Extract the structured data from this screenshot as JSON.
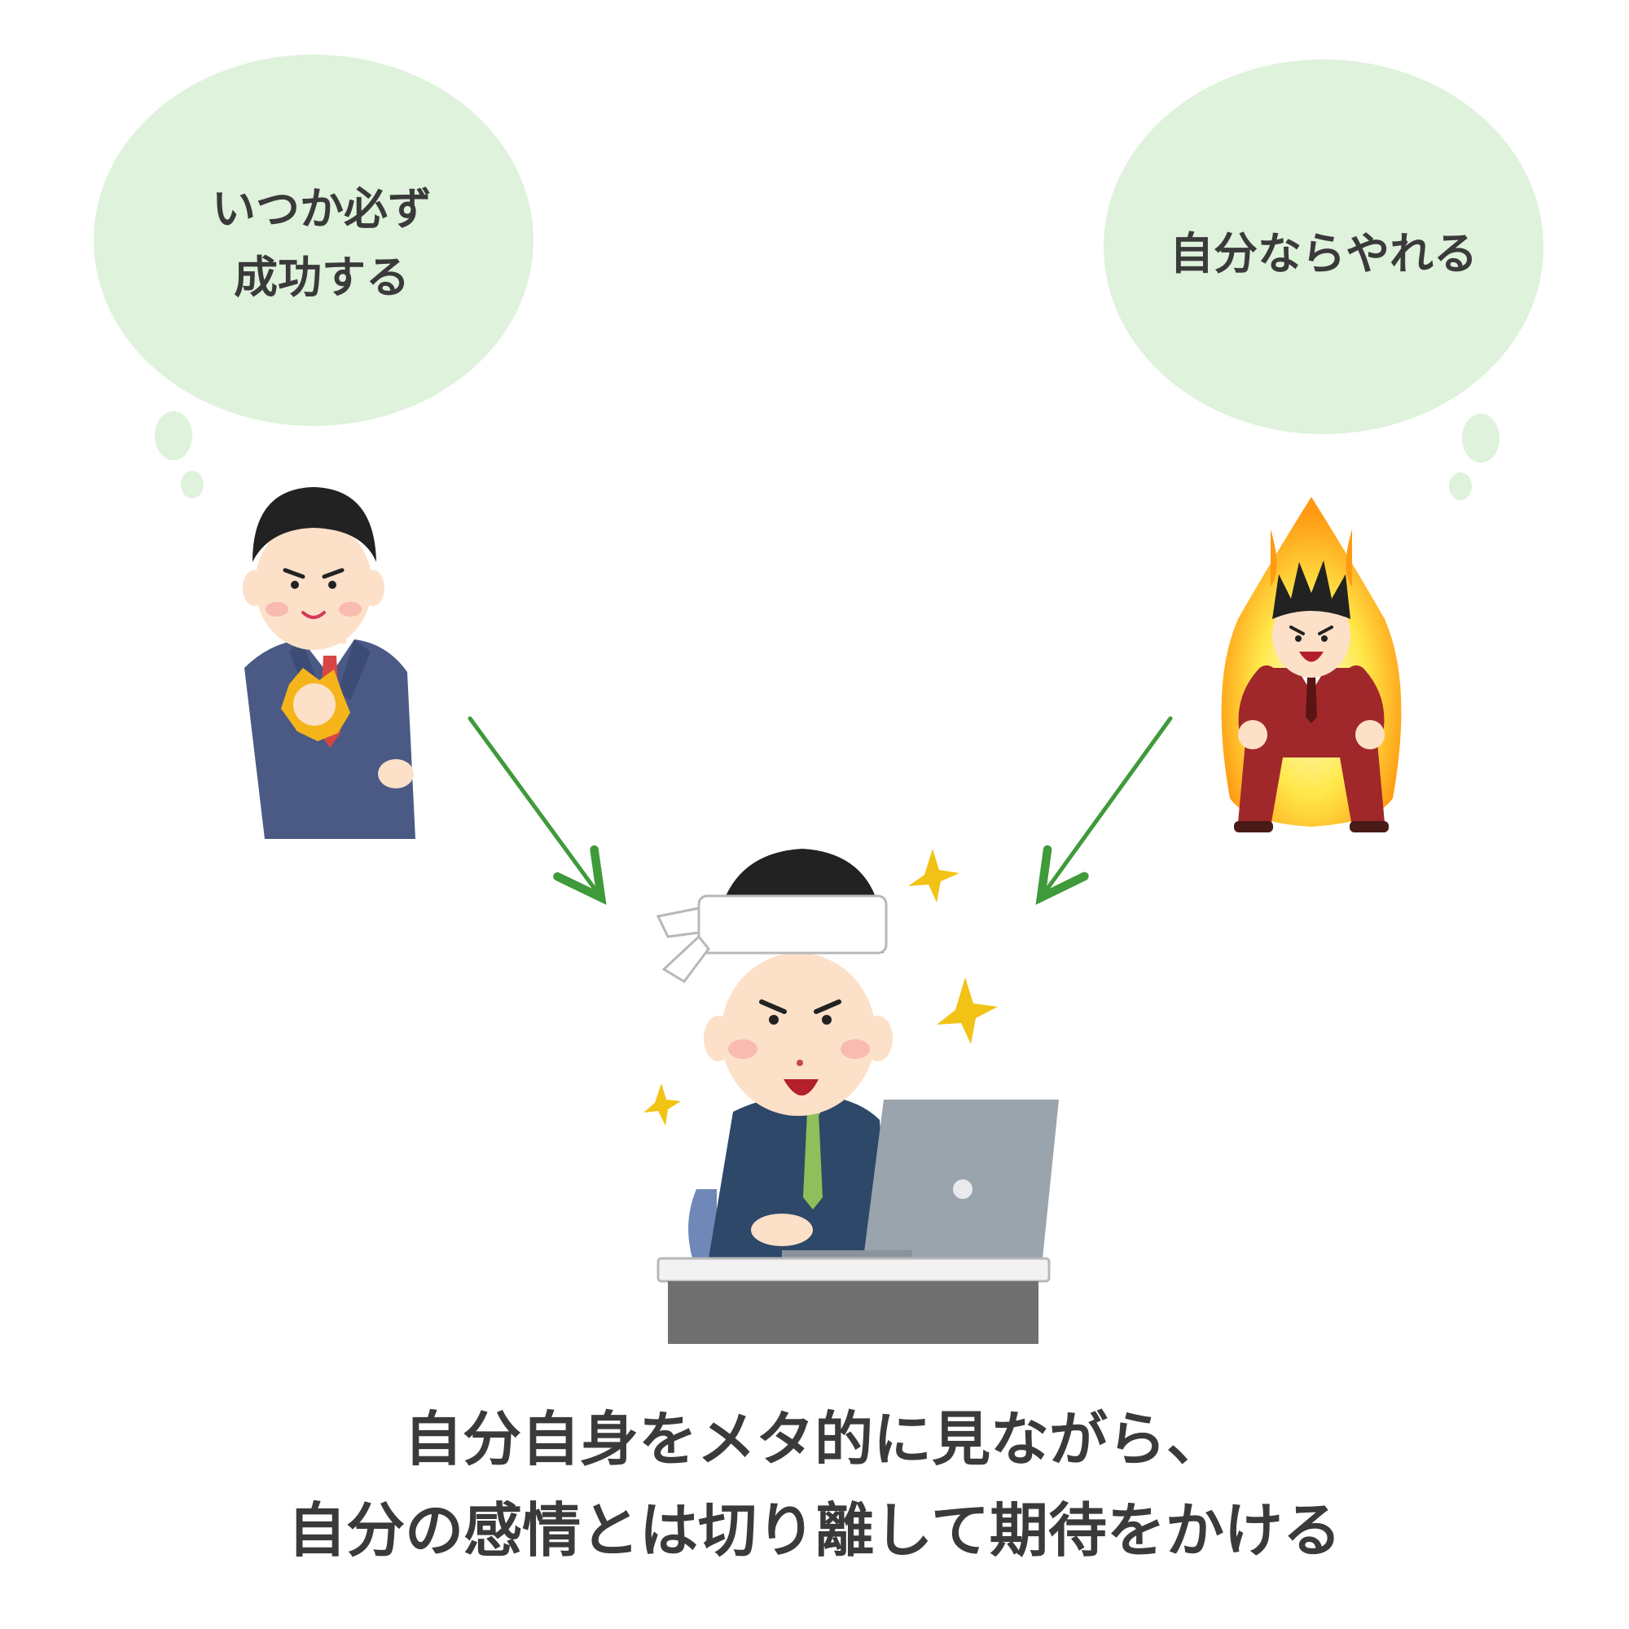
{
  "left_thought": {
    "text": "いつか必ず\n成功する",
    "bubble_color": "#dff2dc"
  },
  "right_thought": {
    "text": "自分ならやれる",
    "bubble_color": "#dff2dc"
  },
  "caption": {
    "line1": "自分自身をメタ的に見ながら、",
    "line2": "自分の感情とは切り離して期待をかける"
  },
  "colors": {
    "arrow": "#3f9a3a",
    "text": "#3a3a3a",
    "suit_navy": "#4a5a85",
    "suit_red": "#a0282a",
    "skin": "#fde0c8",
    "hair": "#222222",
    "sparkle": "#f2c315"
  },
  "illustrations": {
    "left": "businessman-clenched-fist",
    "right": "businessman-burning-aura",
    "center": "businessman-headband-laptop"
  }
}
